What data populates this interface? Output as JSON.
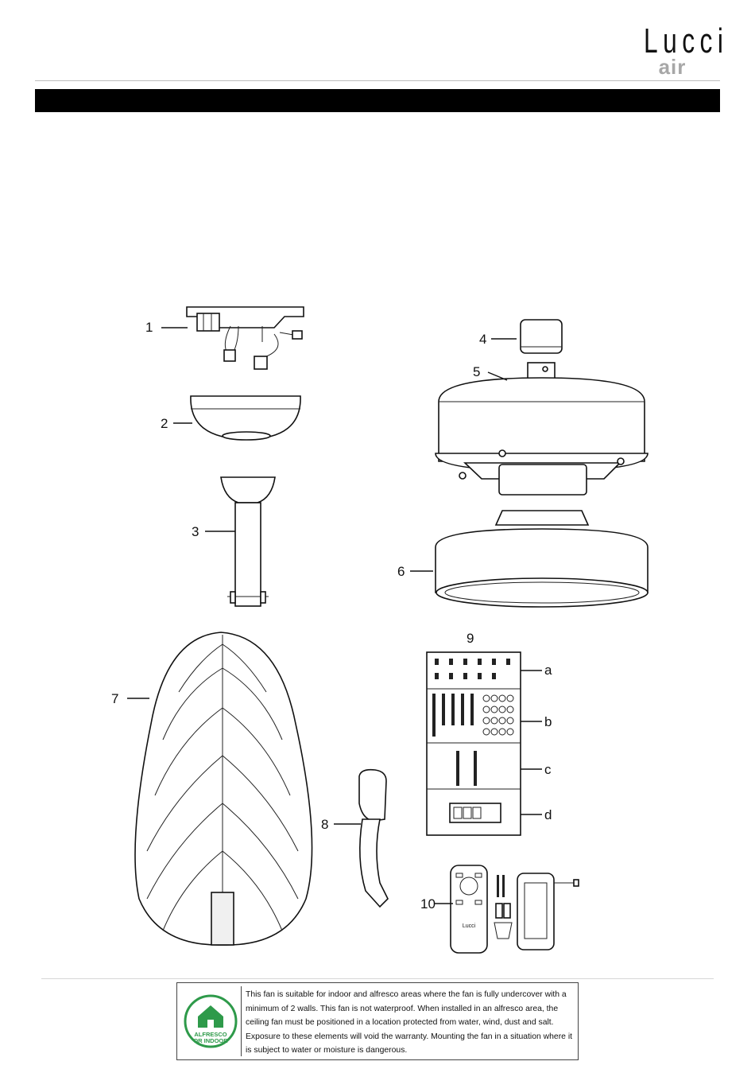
{
  "brand": {
    "name": "Lucci",
    "sub": "air"
  },
  "parts": {
    "labels": [
      "1",
      "2",
      "3",
      "4",
      "5",
      "6",
      "7",
      "8",
      "9",
      "10"
    ],
    "hardware_labels": [
      "a",
      "b",
      "c",
      "d"
    ],
    "remote_brand": "Lucci"
  },
  "badge": {
    "line1": "ALFRESCO",
    "line2": "OR INDOOR",
    "color": "#2e9a4a"
  },
  "notice": {
    "text": "This fan is suitable for indoor and alfresco areas where the fan is fully undercover with a minimum of 2 walls. This fan is not waterproof. When installed in an alfresco area, the ceiling fan must be positioned in a location protected from water, wind, dust and salt. Exposure to these elements will void the warranty. Mounting the fan in a situation where it is subject to water or moisture is dangerous."
  }
}
